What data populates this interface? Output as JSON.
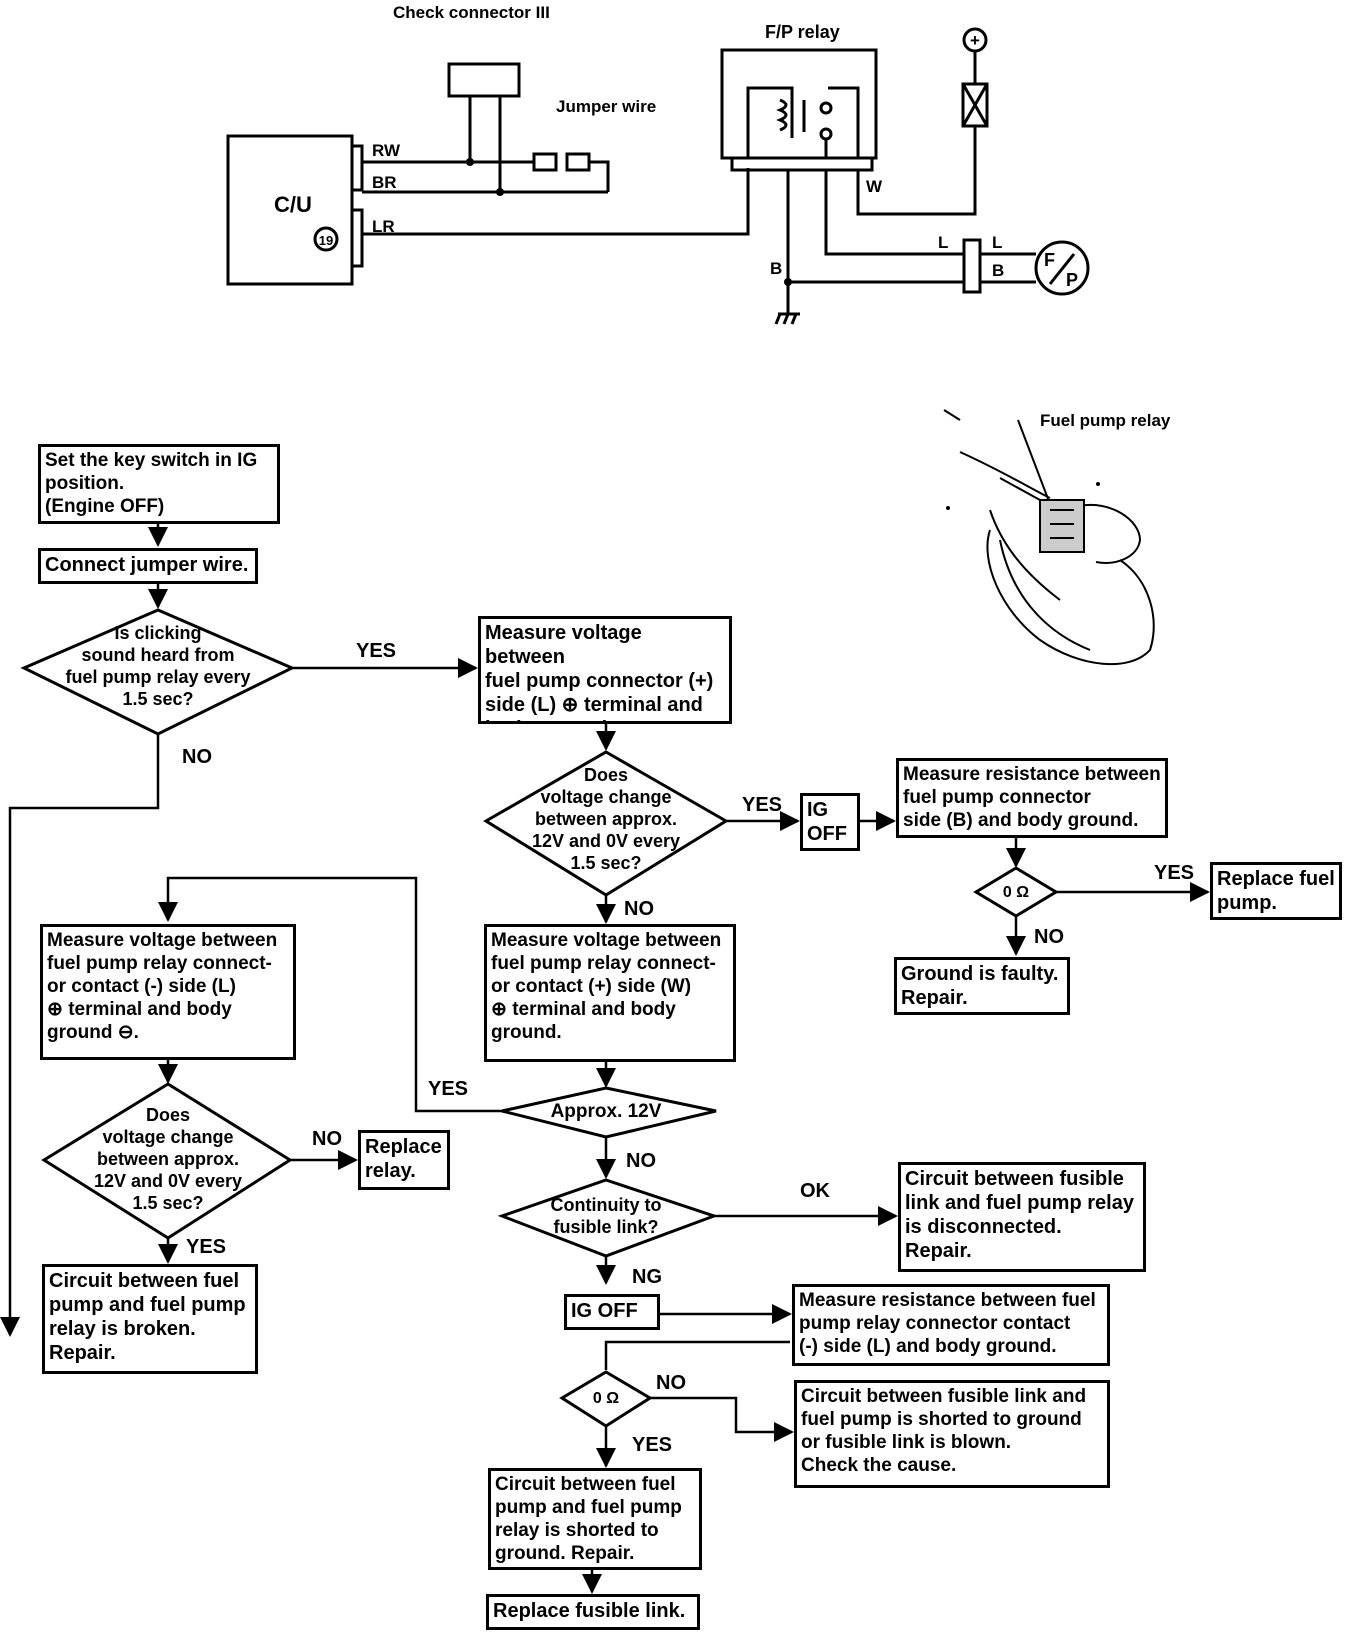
{
  "wiring": {
    "check_connector": "Check connector III",
    "fp_relay": "F/P relay",
    "jumper_wire": "Jumper wire",
    "cu": "C/U",
    "cu_pin": "19",
    "wire_rw": "RW",
    "wire_br": "BR",
    "wire_lr": "LR",
    "wire_w": "W",
    "wire_b": "B",
    "wire_l": "L",
    "pump_l": "L",
    "pump_b": "B",
    "pump_f": "F",
    "pump_p": "P",
    "plus": "+"
  },
  "photo": {
    "label": "Fuel pump relay"
  },
  "flow": {
    "start": "Set the key switch in IG\nposition.\n(Engine OFF)",
    "jumper": "Connect jumper wire.",
    "q_click": "Is clicking\nsound heard from\nfuel pump relay every\n1.5 sec?",
    "m_volt_pump": "Measure voltage between\nfuel pump connector (+)\nside (L) ⊕ terminal and\nbody ground ⊖.",
    "q_volt_change_right": "Does\nvoltage change\nbetween approx.\n12V and 0V every\n1.5 sec?",
    "ig_off_1": "IG\nOFF",
    "m_res_pump_b": "Measure resistance between\nfuel pump connector\nside (B) and body ground.",
    "q_ohm_1": "0 Ω",
    "replace_pump": "Replace fuel\npump.",
    "ground_faulty": "Ground is faulty.\nRepair.",
    "m_volt_relay_w": "Measure voltage between\nfuel pump relay connect-\nor contact (+) side (W)\n⊕ terminal and body\nground.",
    "q_approx12": "Approx. 12V",
    "m_volt_relay_l": "Measure voltage between\nfuel pump relay connect-\nor contact (-) side (L)\n⊕ terminal and body\nground ⊖.",
    "q_volt_change_left": "Does\nvoltage change\nbetween approx.\n12V and 0V every\n1.5 sec?",
    "replace_relay": "Replace\nrelay.",
    "circuit_broken": "Circuit between fuel\npump and fuel pump\nrelay is broken.\nRepair.",
    "q_continuity": "Continuity to\nfusible link?",
    "fusible_disconnected": "Circuit between fusible\nlink and fuel pump relay\nis disconnected.\nRepair.",
    "ig_off_2": "IG OFF",
    "m_res_relay_l": "Measure resistance between fuel\npump relay connector contact\n(-) side (L) and body ground.",
    "q_ohm_2": "0 Ω",
    "shorted_or_blown": "Circuit between fusible link and\nfuel pump is shorted to ground\nor fusible link is blown.\nCheck the cause.",
    "shorted_ground": "Circuit between fuel\npump and fuel pump\nrelay is shorted to\nground. Repair.",
    "replace_fusible": "Replace fusible link."
  },
  "labels": {
    "yes": "YES",
    "no": "NO",
    "ok": "OK",
    "ng": "NG"
  }
}
